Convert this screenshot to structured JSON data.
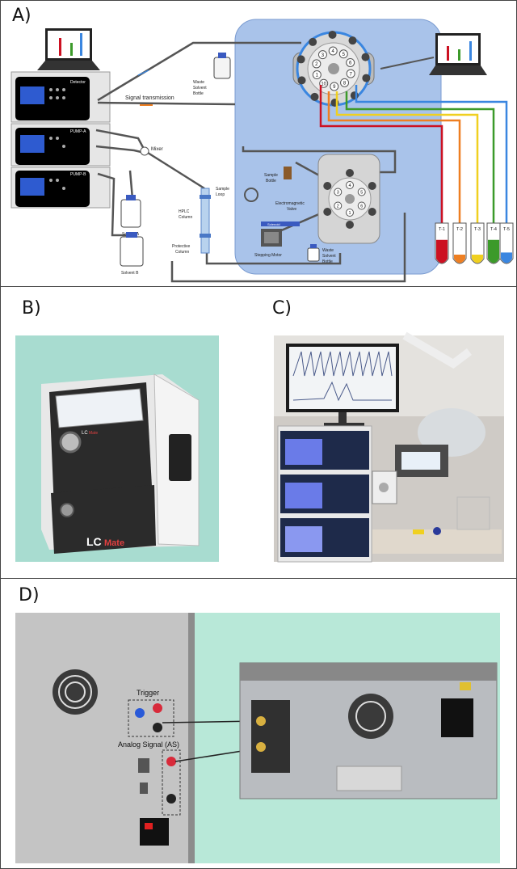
{
  "panel_labels": {
    "a": "A)",
    "b": "B)",
    "c": "C)",
    "d": "D)"
  },
  "panel_a": {
    "detector": "Detector",
    "pump_a": "PUMP-A",
    "pump_b": "PUMP-B",
    "mixer": "Mixer",
    "solvent_a": "Solvent A",
    "solvent_b": "Solvent B",
    "signal_transmission": "Signal transmission",
    "waste_top_1": "Waste",
    "waste_top_2": "Solvent",
    "waste_top_3": "Bottle",
    "hplc_column_1": "HPLC",
    "hplc_column_2": "Column",
    "protective_column_1": "Protective",
    "protective_column_2": "Column",
    "sample_loop_1": "Sample",
    "sample_loop_2": "Loop",
    "sample_bottle_1": "Sample",
    "sample_bottle_2": "Bottle",
    "em_valve_1": "Electromagnetic",
    "em_valve_2": "Valve",
    "stepping_motor": "Stepping Motor",
    "waste_bottom_1": "Waste",
    "waste_bottom_2": "Solvent",
    "waste_bottom_3": "Bottle",
    "solenoid": "Solenoid",
    "valve_top_ports": [
      "1",
      "2",
      "3",
      "4",
      "5",
      "6",
      "7",
      "8",
      "9",
      "10"
    ],
    "valve_bottom_ports": [
      "1",
      "2",
      "3",
      "4",
      "5",
      "6"
    ],
    "tube_labels": [
      "T-1",
      "T-2",
      "T-3",
      "T-4",
      "T-5"
    ],
    "colors": {
      "blue_zone": "#a9c3ea",
      "red": "#cc1122",
      "orange": "#ee7f22",
      "yellow": "#f0d020",
      "green": "#3c9a2a",
      "blue": "#3a86e0"
    }
  },
  "panel_b": {
    "device_text_1": "LC",
    "device_text_2": "Mate"
  },
  "panel_d": {
    "trigger": "Trigger",
    "analog_signal": "Analog Signal (AS)"
  }
}
